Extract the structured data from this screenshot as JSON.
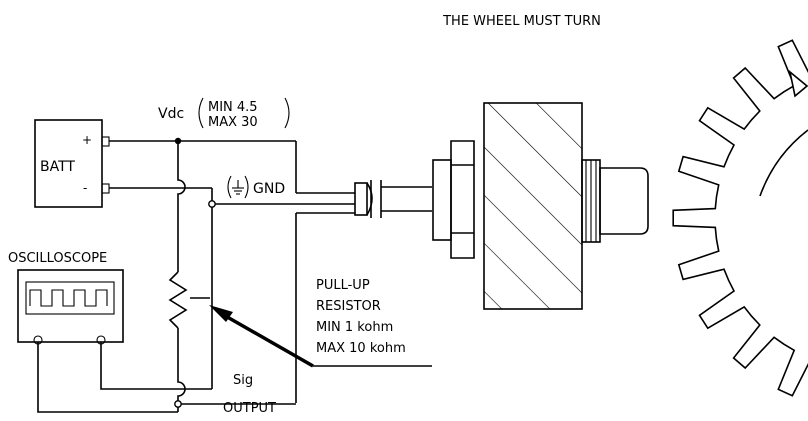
{
  "title": "THE WHEEL MUST TURN",
  "battery": {
    "label": "BATT",
    "plus": "+",
    "minus": "-"
  },
  "supply": {
    "label": "Vdc",
    "min": "MIN 4.5",
    "max": "MAX 30"
  },
  "ground": {
    "label": "GND"
  },
  "oscilloscope": {
    "label": "OSCILLOSCOPE"
  },
  "resistor": {
    "line1": "PULL-UP",
    "line2": "RESISTOR",
    "line3": "MIN 1 kohm",
    "line4": "MAX 10 kohm"
  },
  "signal": {
    "sig": "Sig",
    "output": "OUTPUT"
  },
  "colors": {
    "ink": "#000000",
    "background": "#ffffff"
  },
  "icons": [
    "ground-icon",
    "arrow-icon",
    "waveform-icon",
    "gear-wheel-icon"
  ]
}
